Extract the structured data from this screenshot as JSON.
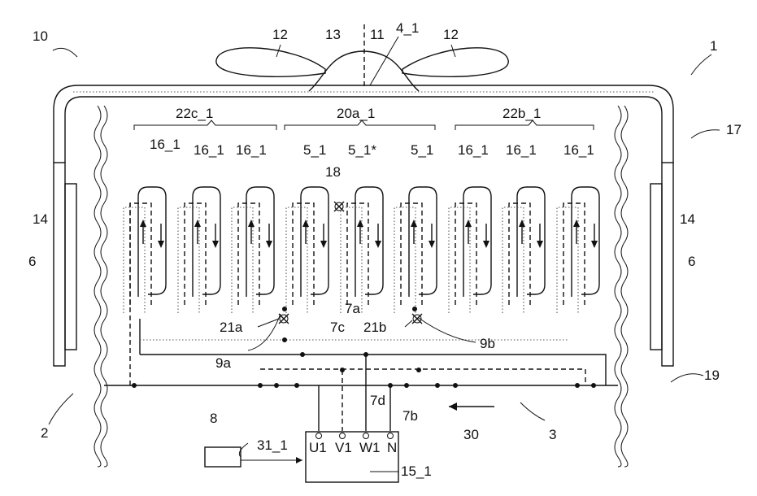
{
  "labels": {
    "machine_1": "1",
    "stator_2": "2",
    "rotor_3": "3",
    "shaft_4_1": "4_1",
    "coil_5_1_a": "5_1",
    "coil_5_1_star": "5_1*",
    "coil_5_1_b": "5_1",
    "part_6_left": "6",
    "part_6_right": "6",
    "node_7a": "7a",
    "node_7b": "7b",
    "node_7c": "7c",
    "node_7d": "7d",
    "controller_8": "8",
    "fault_9a": "9a",
    "fault_9b": "9b",
    "system_10": "10",
    "hub_11": "11",
    "blade_12_left": "12",
    "blade_12_right": "12",
    "axis_13": "13",
    "magnet_14_left": "14",
    "magnet_14_right": "14",
    "inverter_15_1": "15_1",
    "coil_16_1_l1": "16_1",
    "coil_16_1_l2": "16_1",
    "coil_16_1_l3": "16_1",
    "coil_16_1_r1": "16_1",
    "coil_16_1_r2": "16_1",
    "coil_16_1_r3": "16_1",
    "housing_17": "17",
    "fault_18": "18",
    "gap_19": "19",
    "group_20a_1": "20a_1",
    "fault_21a": "21a",
    "fault_21b": "21b",
    "group_22b_1": "22b_1",
    "group_22c_1": "22c_1",
    "direction_30": "30",
    "signal_31_1": "31_1",
    "terminal_u1": "U1",
    "terminal_v1": "V1",
    "terminal_w1": "W1",
    "terminal_n": "N"
  }
}
